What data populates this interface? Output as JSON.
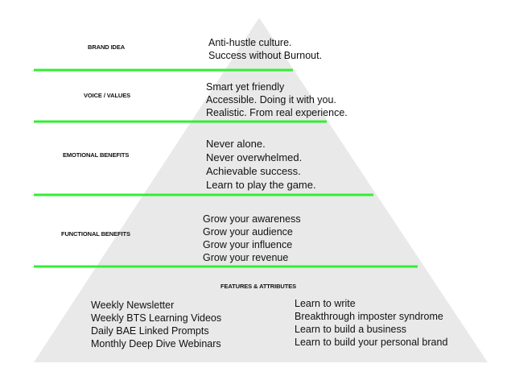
{
  "colors": {
    "pyramid": "#e9e9e9",
    "divider": "#33ee33",
    "text": "#111111"
  },
  "tiers": [
    {
      "label": "BRAND IDEA",
      "lines": [
        "Anti-hustle culture.",
        "Success without Burnout."
      ]
    },
    {
      "label": "VOICE / VALUES",
      "lines": [
        "Smart yet friendly",
        "Accessible. Doing it with you.",
        "Realistic. From real experience."
      ]
    },
    {
      "label": "EMOTIONAL BENEFITS",
      "lines": [
        "Never alone.",
        "Never overwhelmed.",
        "Achievable success.",
        "Learn to play the game."
      ]
    },
    {
      "label": "FUNCTIONAL BENEFITS",
      "lines": [
        "Grow your awareness",
        "Grow your audience",
        "Grow your influence",
        "Grow your revenue"
      ]
    },
    {
      "label": "FEATURES & ATTRIBUTES",
      "left_lines": [
        "Weekly Newsletter",
        "Weekly BTS Learning Videos",
        "Daily BAE Linked Prompts",
        "Monthly Deep Dive Webinars"
      ],
      "right_lines": [
        "Learn to write",
        "Breakthrough imposter syndrome",
        "Learn to build a business",
        "Learn to build your personal brand"
      ]
    }
  ]
}
